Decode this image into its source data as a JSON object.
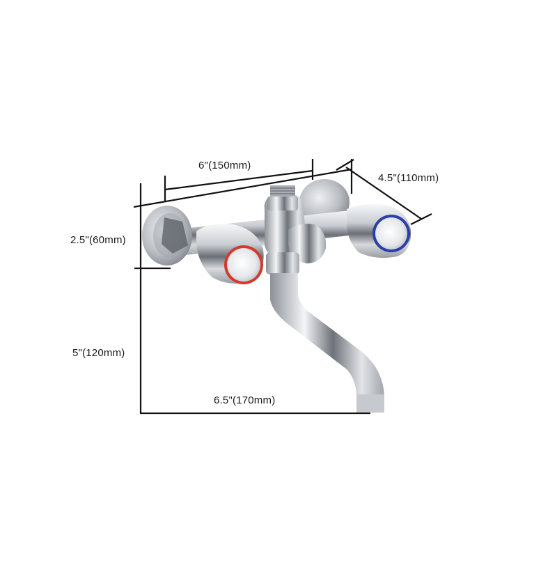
{
  "diagram": {
    "subject": "wall-mounted dual-handle chrome bath faucet with swivel spout",
    "dimensions": {
      "width": "6\"(150mm)",
      "depth": "4.5\"(110mm)",
      "handle_height": "2.5\"(60mm)",
      "spout_height": "5\"(120mm)",
      "spout_reach": "6.5\"(170mm)"
    },
    "handles": {
      "hot": {
        "ring_color": "#d23a2e"
      },
      "cold": {
        "ring_color": "#2a3fa8"
      }
    },
    "colors": {
      "line": "#111111",
      "chrome_light": "#f2f3f5",
      "chrome_mid": "#b9bcc2",
      "chrome_dark": "#5d6168",
      "background": "#ffffff"
    }
  }
}
